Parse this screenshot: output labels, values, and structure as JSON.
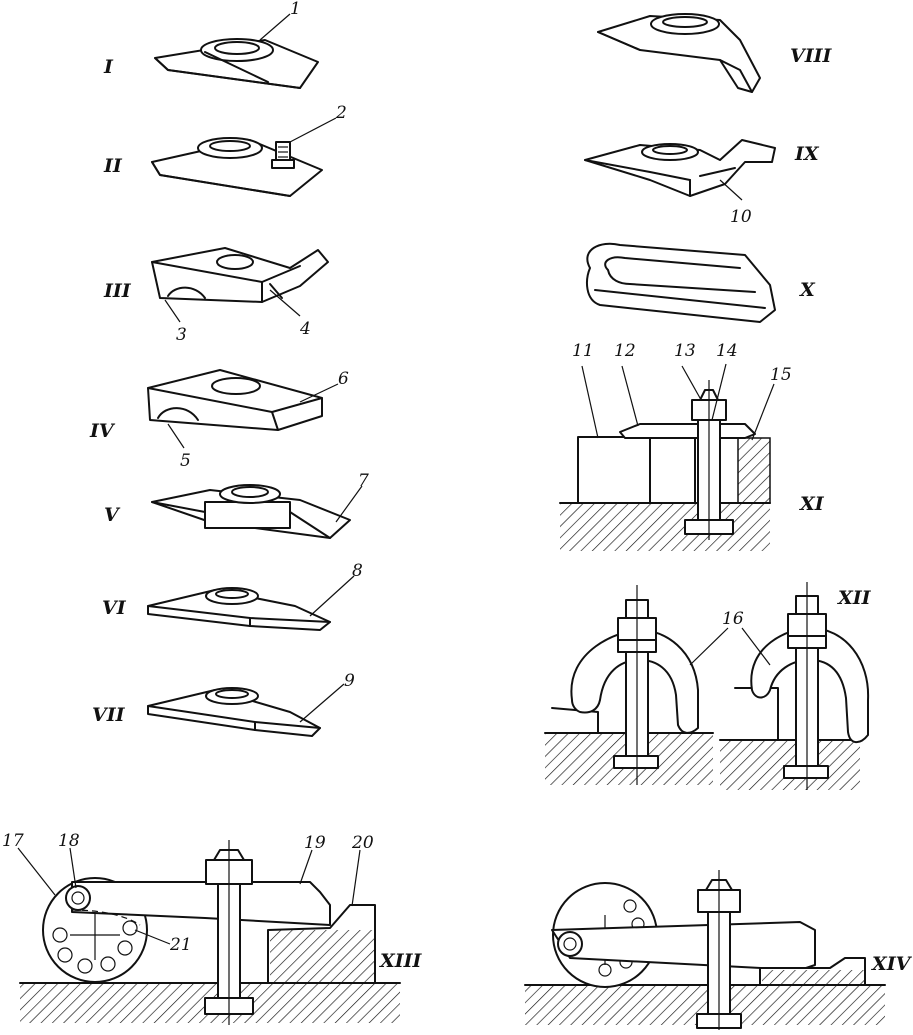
{
  "figure": {
    "romans": {
      "I": "I",
      "II": "II",
      "III": "III",
      "IV": "IV",
      "V": "V",
      "VI": "VI",
      "VII": "VII",
      "VIII": "VIII",
      "IX": "IX",
      "X": "X",
      "XI": "XI",
      "XII": "XII",
      "XIII": "XIII",
      "XIV": "XIV"
    },
    "callouts": {
      "n1": "1",
      "n2": "2",
      "n3": "3",
      "n4": "4",
      "n5": "5",
      "n6": "6",
      "n7": "7",
      "n8": "8",
      "n9": "9",
      "n10": "10",
      "n11": "11",
      "n12": "12",
      "n13": "13",
      "n14": "14",
      "n15": "15",
      "n16": "16",
      "n17": "17",
      "n18": "18",
      "n19": "19",
      "n20": "20",
      "n21": "21"
    }
  }
}
